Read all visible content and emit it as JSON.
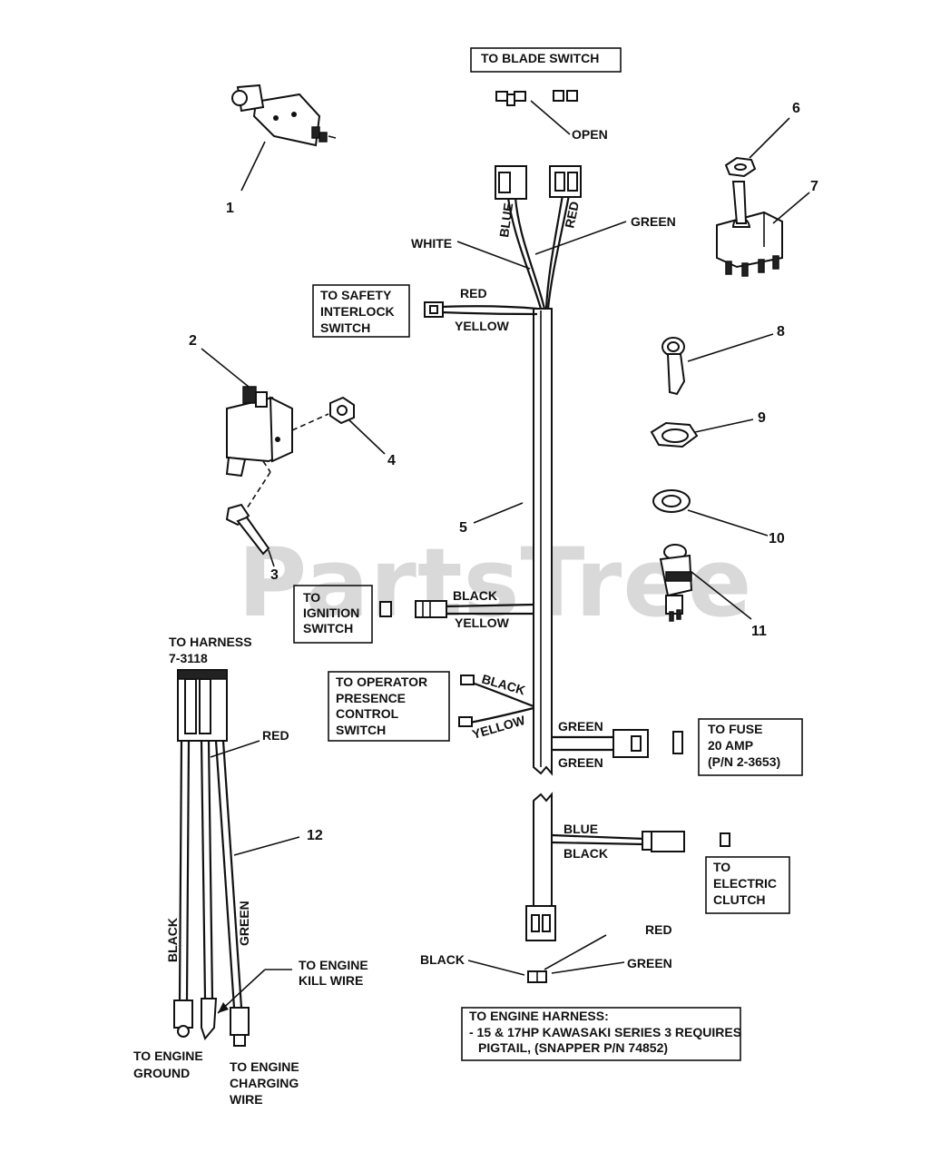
{
  "watermark": "PartsTree",
  "callouts": {
    "blade_switch": "TO BLADE SWITCH",
    "open": "OPEN",
    "safety_interlock": [
      "TO SAFETY",
      "INTERLOCK",
      "SWITCH"
    ],
    "ignition_switch": [
      "TO",
      "IGNITION",
      "SWITCH"
    ],
    "harness": [
      "TO HARNESS",
      "7-3118"
    ],
    "operator_presence": [
      "TO OPERATOR",
      "PRESENCE",
      "CONTROL",
      "SWITCH"
    ],
    "fuse": [
      "TO FUSE",
      "20 AMP",
      "(P/N 2-3653)"
    ],
    "electric_clutch": [
      "TO",
      "ELECTRIC",
      "CLUTCH"
    ],
    "engine_kill": [
      "TO ENGINE",
      "KILL WIRE"
    ],
    "engine_ground": [
      "TO ENGINE",
      "GROUND"
    ],
    "engine_charging": [
      "TO ENGINE",
      "CHARGING",
      "WIRE"
    ],
    "engine_harness": [
      "TO ENGINE HARNESS:",
      "- 15 & 17HP KAWASAKI SERIES 3 REQUIRES",
      "PIGTAIL, (SNAPPER P/N 74852)"
    ]
  },
  "wire_colors": {
    "blue": "BLUE",
    "red": "RED",
    "green": "GREEN",
    "white": "WHITE",
    "yellow": "YELLOW",
    "black": "BLACK"
  },
  "part_numbers": [
    "1",
    "2",
    "3",
    "4",
    "5",
    "6",
    "7",
    "8",
    "9",
    "10",
    "11",
    "12"
  ]
}
